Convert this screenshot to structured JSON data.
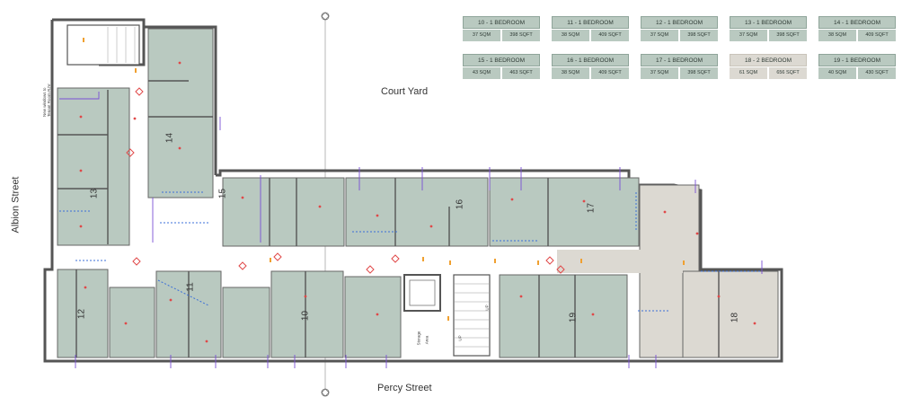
{
  "colors": {
    "apartment_fill": "#b9c9c0",
    "apartment_fill_alt": "#dcd9d2",
    "legend_fill": "#b9c9c0",
    "legend_fill_alt": "#dcd9d2",
    "wall": "#555555",
    "riser": "#7a4fd6",
    "fire_marker": "#e04848",
    "door_marker": "#f0a030"
  },
  "legend": [
    {
      "title": "10 - 1 BEDROOM",
      "sqm": "37 SQM",
      "sqft": "398 SQFT",
      "style": "default"
    },
    {
      "title": "11 - 1 BEDROOM",
      "sqm": "38 SQM",
      "sqft": "409 SQFT",
      "style": "default"
    },
    {
      "title": "12 - 1 BEDROOM",
      "sqm": "37 SQM",
      "sqft": "398 SQFT",
      "style": "default"
    },
    {
      "title": "13 - 1 BEDROOM",
      "sqm": "37 SQM",
      "sqft": "398 SQFT",
      "style": "default"
    },
    {
      "title": "14 - 1 BEDROOM",
      "sqm": "38 SQM",
      "sqft": "409 SQFT",
      "style": "default"
    },
    {
      "title": "15 - 1 BEDROOM",
      "sqm": "43 SQM",
      "sqft": "463 SQFT",
      "style": "default"
    },
    {
      "title": "16 - 1 BEDROOM",
      "sqm": "38 SQM",
      "sqft": "409 SQFT",
      "style": "default"
    },
    {
      "title": "17 - 1 BEDROOM",
      "sqm": "37 SQM",
      "sqft": "398 SQFT",
      "style": "default"
    },
    {
      "title": "18 - 2 BEDROOM",
      "sqm": "61 SQM",
      "sqft": "656 SQFT",
      "style": "alt"
    },
    {
      "title": "19 - 1 BEDROOM",
      "sqm": "40 SQM",
      "sqft": "430 SQFT",
      "style": "default"
    }
  ],
  "streets": {
    "court_yard": "Court Yard",
    "albion": "Albion Street",
    "percy": "Percy Street"
  },
  "units": [
    "10",
    "11",
    "12",
    "13",
    "14",
    "15",
    "16",
    "17",
    "18",
    "19"
  ],
  "notes": {
    "window_note_line1": "New windows to",
    "window_note_line2": "Tenant Room RJV",
    "storage": "Storage",
    "storage2": "Area",
    "up1": "UP",
    "up2": "UP"
  }
}
